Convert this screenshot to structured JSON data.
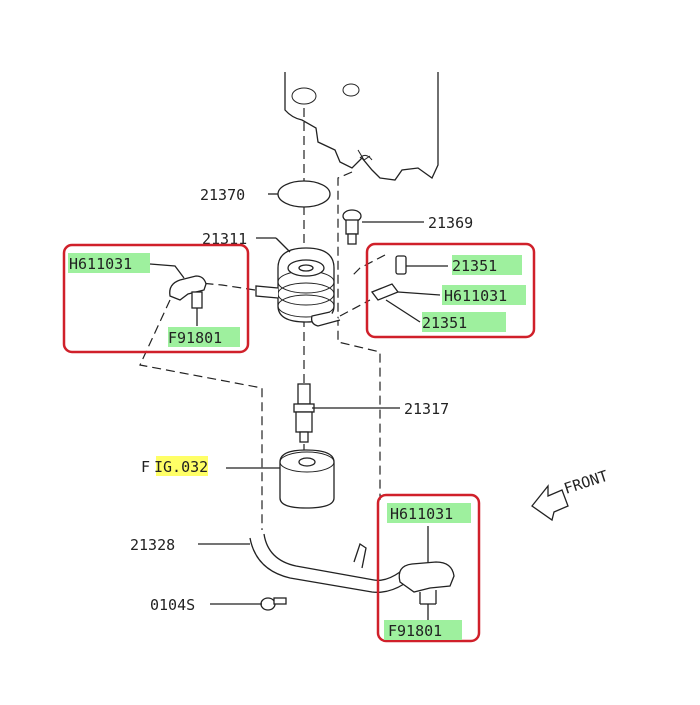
{
  "colors": {
    "highlight_green": "#9ef09e",
    "highlight_yellow": "#ffff66",
    "callout_box_red": "#d0202a",
    "line_art": "#222222"
  },
  "labels": {
    "p21370": "21370",
    "p21369": "21369",
    "p21311": "21311",
    "p21317": "21317",
    "fig_prefix": "F",
    "fig_ref": "IG.032",
    "p21328": "21328",
    "p0104s": "0104S",
    "front": "FRONT"
  },
  "callouts": {
    "left": {
      "hose_code": "H611031",
      "clip_code": "F91801"
    },
    "right": {
      "pipe_top": "21351",
      "hose_code": "H611031",
      "pipe_bottom": "21351"
    },
    "bottom": {
      "hose_code": "H611031",
      "clip_code": "F91801"
    }
  }
}
